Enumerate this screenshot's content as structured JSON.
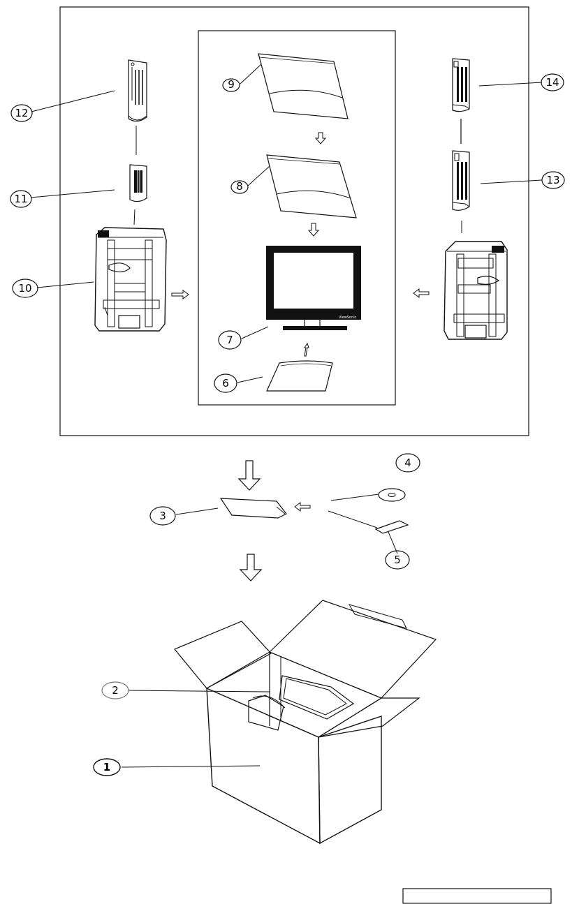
{
  "callouts": [
    {
      "id": "1",
      "label": "1"
    },
    {
      "id": "2",
      "label": "2"
    },
    {
      "id": "3",
      "label": "3"
    },
    {
      "id": "4",
      "label": "4"
    },
    {
      "id": "5",
      "label": "5"
    },
    {
      "id": "6",
      "label": "6"
    },
    {
      "id": "7",
      "label": "7"
    },
    {
      "id": "8",
      "label": "8"
    },
    {
      "id": "9",
      "label": "9"
    },
    {
      "id": "10",
      "label": "10"
    },
    {
      "id": "11",
      "label": "11"
    },
    {
      "id": "12",
      "label": "12"
    },
    {
      "id": "13",
      "label": "13"
    },
    {
      "id": "14",
      "label": "14"
    }
  ],
  "monitor_brand": "ViewSonic"
}
